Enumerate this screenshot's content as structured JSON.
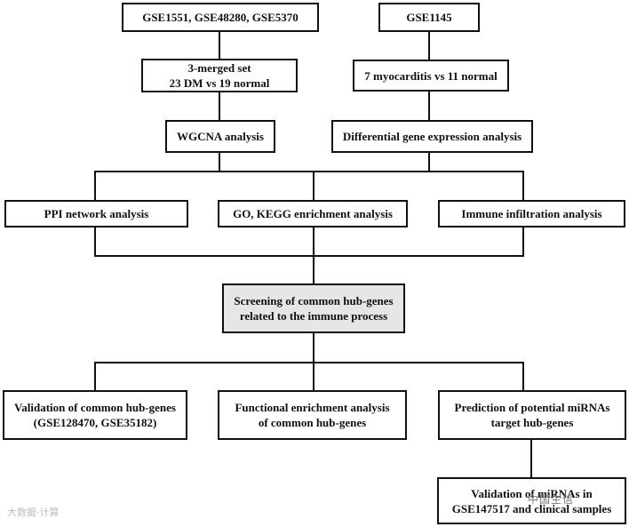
{
  "flowchart": {
    "dataset_a": "GSE1551, GSE48280, GSE5370",
    "dataset_b": "GSE1145",
    "merged": [
      "3-merged set",
      "23 DM vs 19 normal"
    ],
    "myocarditis": "7 myocarditis vs 11 normal",
    "wgcna": "WGCNA analysis",
    "deg": "Differential gene expression analysis",
    "ppi": "PPI network analysis",
    "go_kegg": "GO, KEGG enrichment analysis",
    "immune": "Immune infiltration analysis",
    "screening": [
      "Screening of common hub-genes",
      "related to the immune process"
    ],
    "validation": [
      "Validation of common hub-genes",
      "(GSE128470, GSE35182)"
    ],
    "functional": [
      "Functional enrichment analysis",
      "of common hub-genes"
    ],
    "mirna": [
      "Prediction of potential miRNAs",
      "target hub-genes"
    ],
    "validation_mirna": [
      "Validation of miRNAs in",
      "GSE147517 and clinical samples"
    ]
  },
  "watermarks": {
    "left": "大数据·计算",
    "right": "中国生信"
  }
}
